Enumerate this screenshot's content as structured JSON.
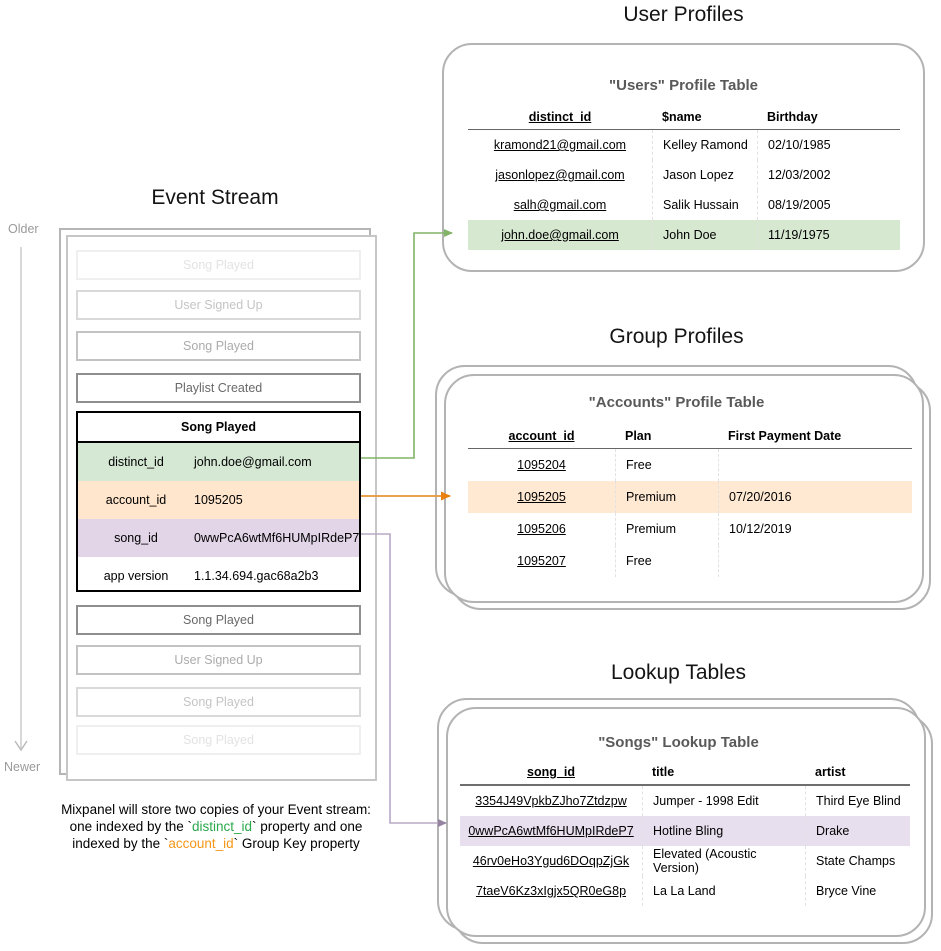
{
  "titles": {
    "event_stream": "Event Stream",
    "user_profiles": "User Profiles",
    "group_profiles": "Group Profiles",
    "lookup_tables": "Lookup Tables"
  },
  "timeline": {
    "older": "Older",
    "newer": "Newer"
  },
  "event_stream": {
    "faded_events_above": [
      "Song Played",
      "User Signed Up",
      "Song Played",
      "Playlist Created"
    ],
    "expanded_event": {
      "title": "Song Played",
      "properties": [
        {
          "key": "distinct_id",
          "value": "john.doe@gmail.com",
          "color": "#d5e8d4"
        },
        {
          "key": "account_id",
          "value": "1095205",
          "color": "#ffe6cc"
        },
        {
          "key": "song_id",
          "value": "0wwPcA6wtMf6HUMpIRdeP7",
          "color": "#e1d5e7"
        },
        {
          "key": "app version",
          "value": "1.1.34.694.gac68a2b3",
          "color": "#ffffff"
        }
      ]
    },
    "faded_events_below": [
      "Song Played",
      "User Signed Up",
      "Song Played",
      "Song Played"
    ]
  },
  "user_profiles": {
    "heading": "\"Users\" Profile Table",
    "columns": [
      "distinct_id",
      "$name",
      "Birthday"
    ],
    "rows": [
      [
        "kramond21@gmail.com",
        "Kelley Ramond",
        "02/10/1985"
      ],
      [
        "jasonlopez@gmail.com",
        "Jason Lopez",
        "12/03/2002"
      ],
      [
        "salh@gmail.com",
        "Salik Hussain",
        "08/19/2005"
      ],
      [
        "john.doe@gmail.com",
        "John Doe",
        "11/19/1975"
      ]
    ],
    "highlighted_row_index": 3
  },
  "group_profiles": {
    "heading": "\"Accounts\" Profile Table",
    "columns": [
      "account_id",
      "Plan",
      "First Payment Date"
    ],
    "rows": [
      [
        "1095204",
        "Free",
        ""
      ],
      [
        "1095205",
        "Premium",
        "07/20/2016"
      ],
      [
        "1095206",
        "Premium",
        "10/12/2019"
      ],
      [
        "1095207",
        "Free",
        ""
      ]
    ],
    "highlighted_row_index": 1
  },
  "lookup_tables": {
    "heading": "\"Songs\" Lookup Table",
    "columns": [
      "song_id",
      "title",
      "artist"
    ],
    "rows": [
      [
        "3354J49VpkbZJho7Ztdzpw",
        "Jumper - 1998 Edit",
        "Third Eye Blind"
      ],
      [
        "0wwPcA6wtMf6HUMpIRdeP7",
        "Hotline Bling",
        "Drake"
      ],
      [
        "46rv0eHo3Ygud6DOqpZjGk",
        "Elevated (Acoustic Version)",
        "State Champs"
      ],
      [
        "7taeV6Kz3xIgjx5QR0eG8p",
        "La La Land",
        "Bryce Vine"
      ]
    ],
    "highlighted_row_index": 1
  },
  "caption": {
    "line1": "Mixpanel will store two copies of your Event stream:",
    "line2_pre": "one indexed by the `",
    "line2_key": "distinct_id",
    "line2_post": "` property and one",
    "line3_pre": "indexed by the `",
    "line3_key": "account_id",
    "line3_post": "` Group Key property"
  },
  "colors": {
    "green_fill": "#d5e8d4",
    "green_stroke": "#82b366",
    "orange_fill": "#ffe6cc",
    "orange_stroke": "#e8820e",
    "purple_fill": "#e1d5e7",
    "purple_stroke": "#9673a6",
    "caption_green": "#2ba84a",
    "caption_orange": "#f59719",
    "card_border": "#b3b3b3"
  }
}
